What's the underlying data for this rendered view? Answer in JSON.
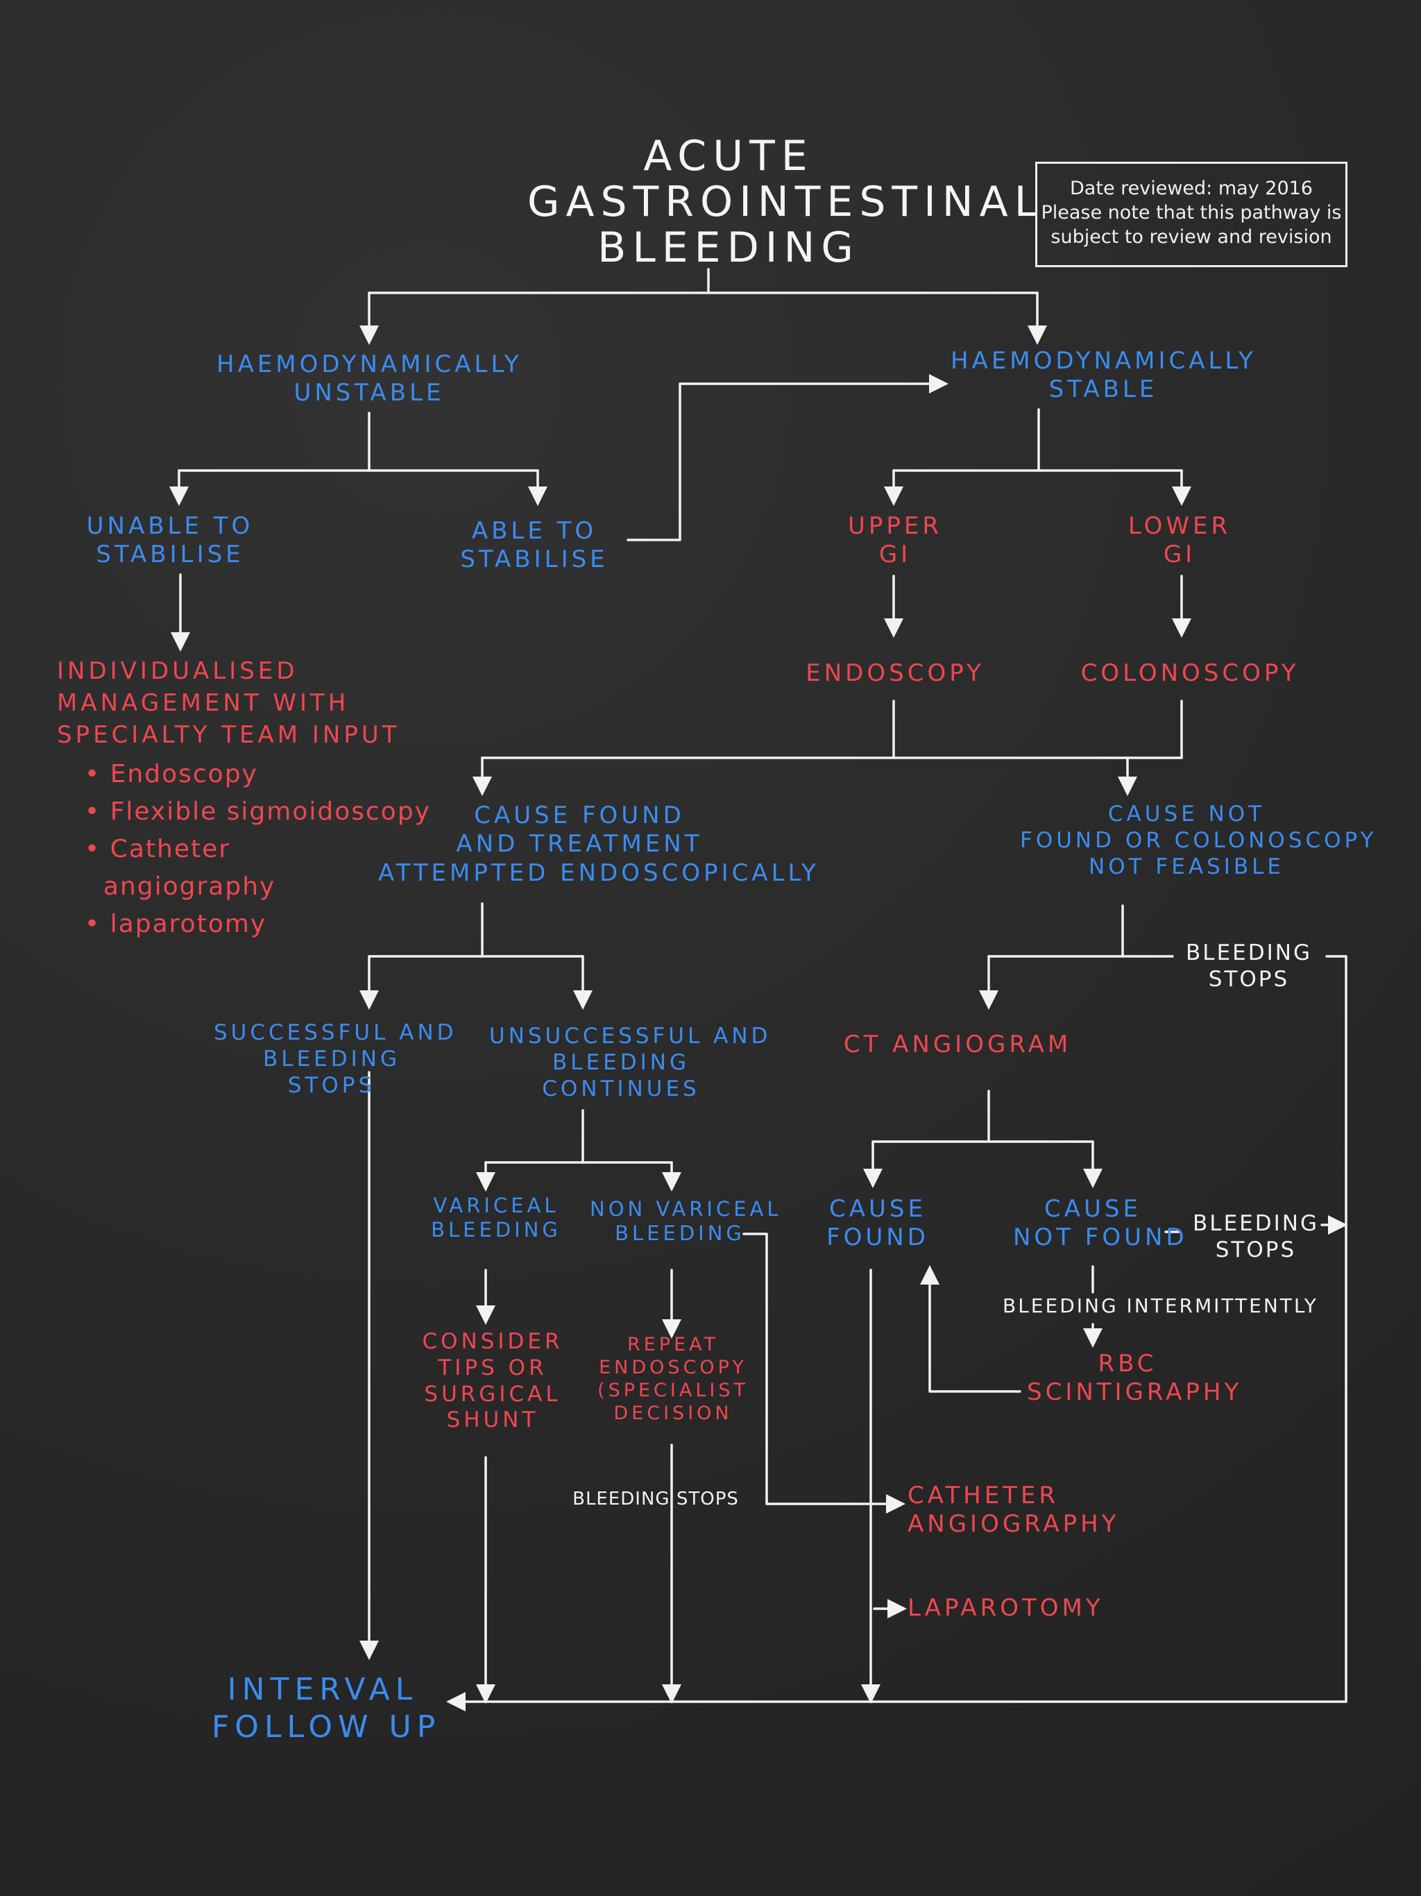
{
  "title": "ACUTE\nGASTROINTESTINAL\nBLEEDING",
  "note": {
    "line1": "Date reviewed: may 2016",
    "line2": "Please note that this pathway is",
    "line3": "subject to review and revision"
  },
  "nodes": {
    "haemo_unstable": "HAEMODYNAMICALLY\nUNSTABLE",
    "haemo_stable": "HAEMODYNAMICALLY\nSTABLE",
    "unable_stabilise": "UNABLE TO\nSTABILISE",
    "able_stabilise": "ABLE TO\nSTABILISE",
    "upper_gi": "UPPER\nGI",
    "lower_gi": "LOWER\nGI",
    "endoscopy": "ENDOSCOPY",
    "colonoscopy": "COLONOSCOPY",
    "individualised": "INDIVIDUALISED\nMANAGEMENT WITH\nSPECIALTY TEAM INPUT",
    "individualised_items": [
      "Endoscopy",
      "Flexible sigmoidoscopy",
      "Catheter\n  angiography",
      "laparotomy"
    ],
    "cause_found_treated": "CAUSE FOUND\nAND TREATMENT\nATTEMPTED ENDOSCOPICALLY",
    "cause_not_found_colon": "CAUSE NOT\nFOUND OR COLONOSCOPY\nNOT FEASIBLE",
    "bleeding_stops_1": "BLEEDING\nSTOPS",
    "successful": "SUCCESSFUL AND\nBLEEDING\nSTOPS",
    "unsuccessful": "UNSUCCESSFUL AND\nBLEEDING\nCONTINUES",
    "ct_angiogram": "CT ANGIOGRAM",
    "variceal": "VARICEAL\nBLEEDING",
    "non_variceal": "NON VARICEAL\nBLEEDING",
    "cause_found": "CAUSE\nFOUND",
    "cause_not_found": "CAUSE\nNOT FOUND",
    "bleeding_stops_2": "BLEEDING\nSTOPS",
    "bleeding_intermittently": "BLEEDING INTERMITTENTLY",
    "consider_tips": "CONSIDER\nTIPS or\nSURGICAL\nSHUNT",
    "repeat_endoscopy": "REPEAT\nENDOSCOPY\n(SPECIALIST\nDECISION",
    "rbc_scintigraphy": "RBC\nSCINTIGRAPHY",
    "bleeding_stops_3": "BLEEDING STOPS",
    "catheter_angiography": "CATHETER\nANGIOGRAPHY",
    "laparotomy": "LAPAROTOMY",
    "interval_follow_up": "INTERVAL\nFOLLOW UP"
  },
  "colors": {
    "background": "#2a2a2a",
    "blue_text": "#3b8cf0",
    "red_text": "#f0474f",
    "white_text": "#f2f2f2",
    "connector": "#f2f2f2"
  }
}
